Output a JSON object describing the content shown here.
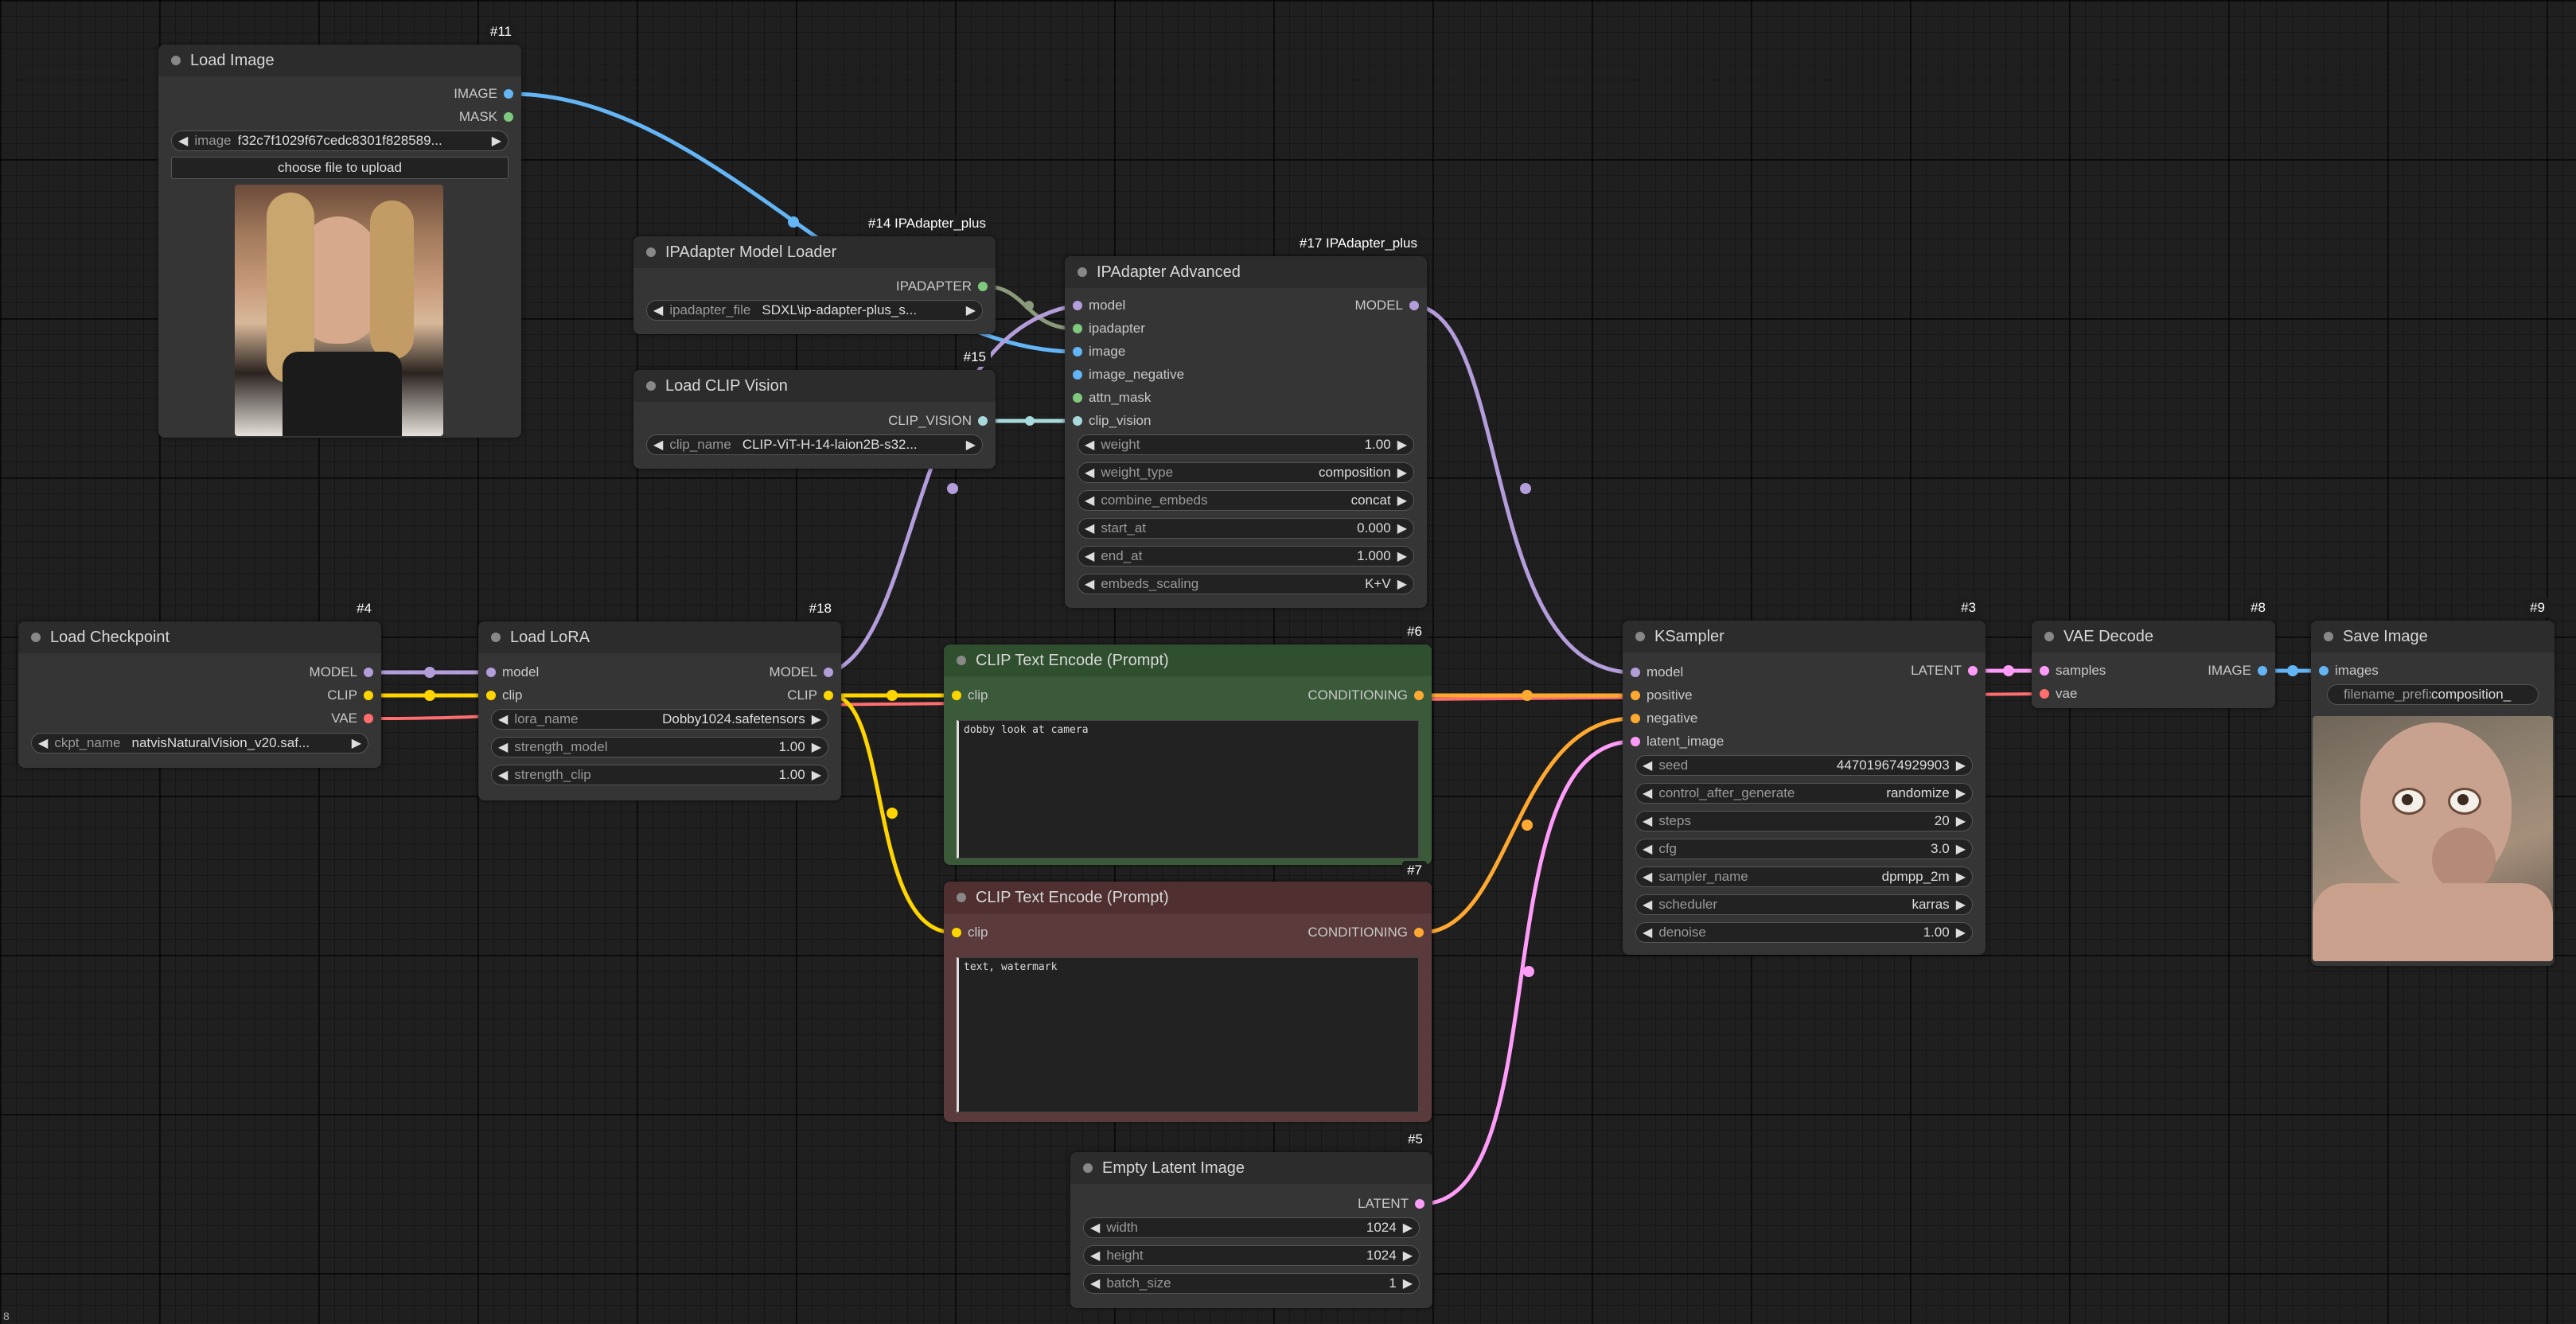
{
  "corner_text": "8",
  "nodes": {
    "load_image": {
      "title": "Load Image",
      "badge": "#11",
      "outputs": {
        "image": "IMAGE",
        "mask": "MASK"
      },
      "image_widget": {
        "label": "image",
        "value": "f32c7f1029f67cedc8301f828589..."
      },
      "upload_button": "choose file to upload"
    },
    "ipadapter_loader": {
      "title": "IPAdapter Model Loader",
      "badge": "#14 IPAdapter_plus",
      "outputs": {
        "ipadapter": "IPADAPTER"
      },
      "widget": {
        "label": "ipadapter_file",
        "value": "SDXL\\ip-adapter-plus_s..."
      }
    },
    "clip_vision": {
      "title": "Load CLIP Vision",
      "badge": "#15",
      "outputs": {
        "clip_vision": "CLIP_VISION"
      },
      "widget": {
        "label": "clip_name",
        "value": "CLIP-ViT-H-14-laion2B-s32..."
      }
    },
    "ipadapter_advanced": {
      "title": "IPAdapter Advanced",
      "badge": "#17 IPAdapter_plus",
      "inputs": [
        "model",
        "ipadapter",
        "image",
        "image_negative",
        "attn_mask",
        "clip_vision"
      ],
      "outputs": {
        "model": "MODEL"
      },
      "widgets": [
        {
          "label": "weight",
          "value": "1.00"
        },
        {
          "label": "weight_type",
          "value": "composition"
        },
        {
          "label": "combine_embeds",
          "value": "concat"
        },
        {
          "label": "start_at",
          "value": "0.000"
        },
        {
          "label": "end_at",
          "value": "1.000"
        },
        {
          "label": "embeds_scaling",
          "value": "K+V"
        }
      ]
    },
    "load_checkpoint": {
      "title": "Load Checkpoint",
      "badge": "#4",
      "outputs": {
        "model": "MODEL",
        "clip": "CLIP",
        "vae": "VAE"
      },
      "widget": {
        "label": "ckpt_name",
        "value": "natvisNaturalVision_v20.saf..."
      }
    },
    "load_lora": {
      "title": "Load LoRA",
      "badge": "#18",
      "inputs": {
        "model": "model",
        "clip": "clip"
      },
      "outputs": {
        "model": "MODEL",
        "clip": "CLIP"
      },
      "widgets": [
        {
          "label": "lora_name",
          "value": "Dobby1024.safetensors"
        },
        {
          "label": "strength_model",
          "value": "1.00"
        },
        {
          "label": "strength_clip",
          "value": "1.00"
        }
      ]
    },
    "clip_pos": {
      "title": "CLIP Text Encode (Prompt)",
      "badge": "#6",
      "inputs": {
        "clip": "clip"
      },
      "outputs": {
        "conditioning": "CONDITIONING"
      },
      "text": "dobby look at camera"
    },
    "clip_neg": {
      "title": "CLIP Text Encode (Prompt)",
      "badge": "#7",
      "inputs": {
        "clip": "clip"
      },
      "outputs": {
        "conditioning": "CONDITIONING"
      },
      "text": "text, watermark"
    },
    "empty_latent": {
      "title": "Empty Latent Image",
      "badge": "#5",
      "outputs": {
        "latent": "LATENT"
      },
      "widgets": [
        {
          "label": "width",
          "value": "1024"
        },
        {
          "label": "height",
          "value": "1024"
        },
        {
          "label": "batch_size",
          "value": "1"
        }
      ]
    },
    "ksampler": {
      "title": "KSampler",
      "badge": "#3",
      "inputs": [
        "model",
        "positive",
        "negative",
        "latent_image"
      ],
      "outputs": {
        "latent": "LATENT"
      },
      "widgets": [
        {
          "label": "seed",
          "value": "447019674929903"
        },
        {
          "label": "control_after_generate",
          "value": "randomize"
        },
        {
          "label": "steps",
          "value": "20"
        },
        {
          "label": "cfg",
          "value": "3.0"
        },
        {
          "label": "sampler_name",
          "value": "dpmpp_2m"
        },
        {
          "label": "scheduler",
          "value": "karras"
        },
        {
          "label": "denoise",
          "value": "1.00"
        }
      ]
    },
    "vae_decode": {
      "title": "VAE Decode",
      "badge": "#8",
      "inputs": {
        "samples": "samples",
        "vae": "vae"
      },
      "outputs": {
        "image": "IMAGE"
      }
    },
    "save_image": {
      "title": "Save Image",
      "badge": "#9",
      "inputs": {
        "images": "images"
      },
      "widget": {
        "label": "filename_prefix",
        "value": "composition_"
      }
    }
  },
  "colors": {
    "model": "#b39ddb",
    "clip": "#ffd500",
    "vae": "#ff6e6e",
    "image": "#64b5f6",
    "conditioning": "#ffa931",
    "latent": "#ff9cf9",
    "ipadapter": "#7fc97f",
    "clip_vision": "#a8dadc",
    "pos_node": "#335533",
    "neg_node": "#553333"
  }
}
